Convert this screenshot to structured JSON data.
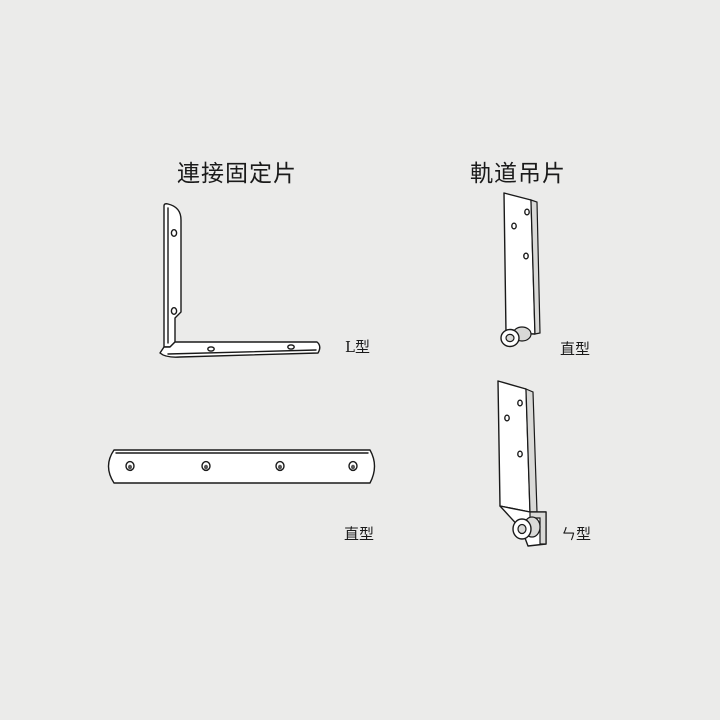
{
  "sections": {
    "connecting_plates": {
      "title": "連接固定片",
      "items": [
        {
          "label": "L型",
          "icon": "l-bracket-icon"
        },
        {
          "label": "直型",
          "icon": "straight-plate-icon"
        }
      ]
    },
    "rail_hangers": {
      "title": "軌道吊片",
      "items": [
        {
          "label": "直型",
          "icon": "straight-hanger-icon"
        },
        {
          "label": "ㄣ型",
          "icon": "z-hanger-icon"
        }
      ]
    }
  },
  "colors": {
    "background": "#ebebea",
    "line": "#1a1a1a",
    "plate": "#ffffff"
  }
}
